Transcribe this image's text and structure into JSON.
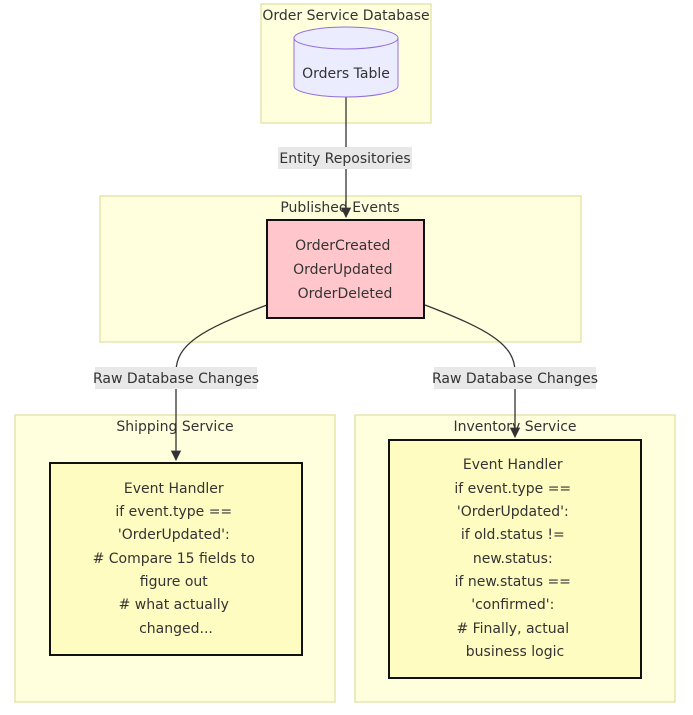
{
  "clusters": {
    "order_db": {
      "title": "Order Service Database"
    },
    "published": {
      "title": "Published Events"
    },
    "shipping": {
      "title": "Shipping Service"
    },
    "inventory": {
      "title": "Inventory Service"
    }
  },
  "nodes": {
    "orders_table": {
      "label": "Orders Table"
    },
    "events": {
      "lines": [
        "OrderCreated",
        "OrderUpdated",
        "OrderDeleted"
      ]
    },
    "shipping_handler": {
      "lines": [
        "Event Handler",
        "if event.type ==",
        "'OrderUpdated':",
        "# Compare 15 fields to",
        "figure out",
        "# what actually",
        "changed..."
      ]
    },
    "inventory_handler": {
      "lines": [
        "Event Handler",
        "if event.type ==",
        "'OrderUpdated':",
        "if old.status !=",
        "new.status:",
        "if new.status ==",
        "'confirmed':",
        "# Finally, actual",
        "business logic"
      ]
    }
  },
  "edges": {
    "repo": {
      "label": "Entity Repositories"
    },
    "to_shipping": {
      "label": "Raw Database Changes"
    },
    "to_inventory": {
      "label": "Raw Database Changes"
    }
  },
  "colors": {
    "cluster_fill": "#ffffde",
    "cluster_stroke": "#dede9e",
    "db_fill": "#ececff",
    "db_stroke": "#9370db",
    "events_fill": "#ffc7cc",
    "handler_fill": "#fffcc2",
    "edge_label_bg": "#e8e8e8",
    "line": "#333333"
  }
}
